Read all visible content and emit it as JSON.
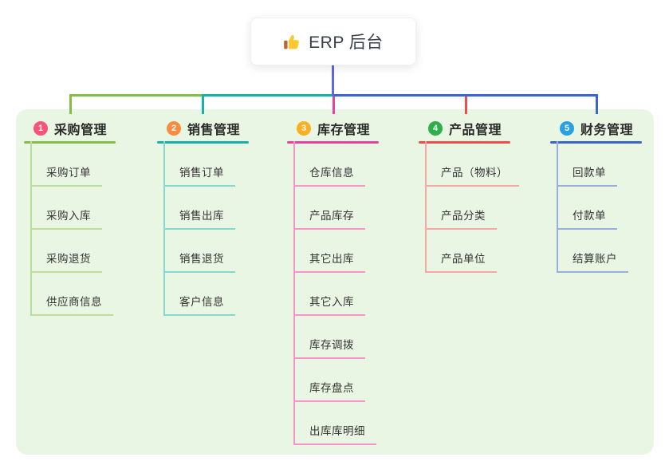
{
  "root": {
    "title": "ERP 后台",
    "icon": "thumbs-up"
  },
  "colors": {
    "panel_bg": "#e9f6e3",
    "stem": "#5c68db",
    "root_text": "#3a3f4b",
    "title_text": "#2b2b2b",
    "child_text": "#333333",
    "thumb_hand": "#fbca32",
    "thumb_cuff": "#b06f30"
  },
  "branches": [
    {
      "index": "1",
      "label": "采购管理",
      "badge_color": "#f6547b",
      "line_color": "#85bd4b",
      "child_line_color": "#bcdd9b",
      "children": [
        "采购订单",
        "采购入库",
        "采购退货",
        "供应商信息"
      ]
    },
    {
      "index": "2",
      "label": "销售管理",
      "badge_color": "#fa8c42",
      "line_color": "#14b2a7",
      "child_line_color": "#84d8cf",
      "children": [
        "销售订单",
        "销售出库",
        "销售退货",
        "客户信息"
      ]
    },
    {
      "index": "3",
      "label": "库存管理",
      "badge_color": "#fbb024",
      "line_color": "#ec3fa0",
      "child_line_color": "#f795ca",
      "children": [
        "仓库信息",
        "产品库存",
        "其它出库",
        "其它入库",
        "库存调拨",
        "库存盘点",
        "出库库明细"
      ]
    },
    {
      "index": "4",
      "label": "产品管理",
      "badge_color": "#2fae4d",
      "line_color": "#f14b4b",
      "child_line_color": "#f8a8a4",
      "children": [
        "产品（物料）",
        "产品分类",
        "产品单位"
      ]
    },
    {
      "index": "5",
      "label": "财务管理",
      "badge_color": "#2aa0e4",
      "line_color": "#3a63d4",
      "child_line_color": "#97aede",
      "children": [
        "回款单",
        "付款单",
        "结算账户"
      ]
    }
  ]
}
